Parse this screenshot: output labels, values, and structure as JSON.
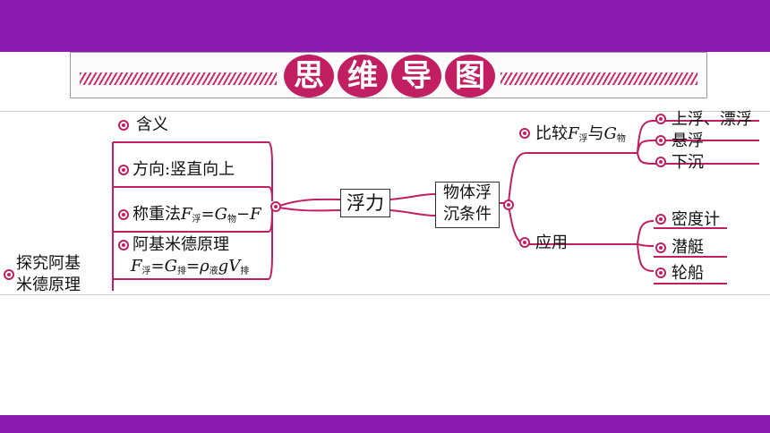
{
  "title_chars": [
    "思",
    "维",
    "导",
    "图"
  ],
  "left": {
    "root": "探究阿基米德原理",
    "root_line1": "探究阿基",
    "root_line2": "米德原理",
    "items": [
      "含义",
      "方向:竖直向上"
    ],
    "method_prefix": "称重法",
    "method_F": "F",
    "method_fu": "浮",
    "method_eq": "=",
    "method_G": "G",
    "method_wu": "物",
    "method_minus": "−",
    "method_F2": "F",
    "archimedes_title": "阿基米德原理",
    "arch_F": "F",
    "arch_fu": "浮",
    "arch_eq1": "=",
    "arch_G": "G",
    "arch_pai": "排",
    "arch_eq2": "=",
    "arch_rho": "ρ",
    "arch_ye": "液",
    "arch_g": "g",
    "arch_V": "V",
    "arch_pai2": "排"
  },
  "center": {
    "main": "浮力",
    "sub_line1": "物体浮",
    "sub_line2": "沉条件"
  },
  "right": {
    "compare_prefix": "比较",
    "compare_F": "F",
    "compare_fu": "浮",
    "compare_and": "与",
    "compare_G": "G",
    "compare_wu": "物",
    "compare_items": [
      "上浮、漂浮",
      "悬浮",
      "下沉"
    ],
    "apply": "应用",
    "apply_items": [
      "密度计",
      "潜艇",
      "轮船"
    ]
  },
  "colors": {
    "band": "#8c1cb0",
    "accent": "#c21f63"
  }
}
